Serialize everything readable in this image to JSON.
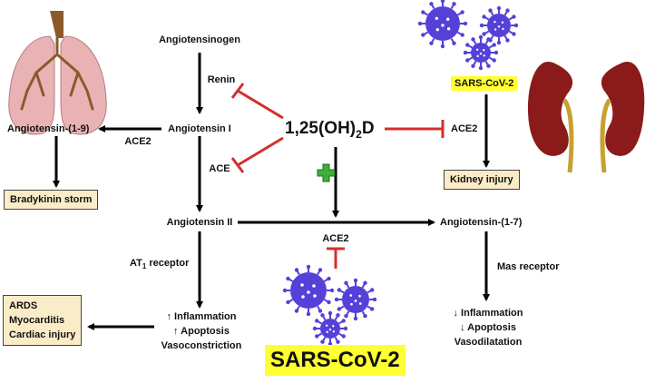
{
  "nodes": {
    "angiotensinogen": "Angiotensinogen",
    "renin": "Renin",
    "angiotensin_1": "Angiotensin I",
    "angiotensin_1_9": "Angiotensin-(1-9)",
    "ace2_left": "ACE2",
    "ace": "ACE",
    "vitd_main": "1,25(OH)",
    "vitd_sub": "2",
    "vitd_tail": "D",
    "ace2_right": "ACE2",
    "angiotensin_2": "Angiotensin II",
    "angiotensin_1_7": "Angiotensin-(1-7)",
    "ace2_center": "ACE2",
    "at1_main": "AT",
    "at1_sub": "1",
    "at1_tail": " receptor",
    "mas_receptor": "Mas receptor"
  },
  "boxes": {
    "bradykinin": "Bradykinin storm",
    "kidney": "Kidney injury",
    "cardiac": [
      "ARDS",
      "Myocarditis",
      "Cardiac injury"
    ]
  },
  "outcomes_left": [
    "↑ Inflammation",
    "↑ Apoptosis",
    "Vasoconstriction"
  ],
  "outcomes_right": [
    "↓ Inflammation",
    "↓ Apoptosis",
    "Vasodilatation"
  ],
  "sars_top": "SARS-CoV-2",
  "sars_bottom": "SARS-CoV-2",
  "colors": {
    "inhibit": "#d32f2f",
    "activate": "#3cae3c",
    "virus": "#5540d8",
    "lung": "#e9b3b6",
    "kidney": "#8b1a1a",
    "ureter": "#c8a030",
    "highlight": "#ffff33",
    "box_fill": "#fbecc8"
  },
  "icons": [
    "lungs-icon",
    "kidneys-icon",
    "virus-icon",
    "plus-icon"
  ]
}
